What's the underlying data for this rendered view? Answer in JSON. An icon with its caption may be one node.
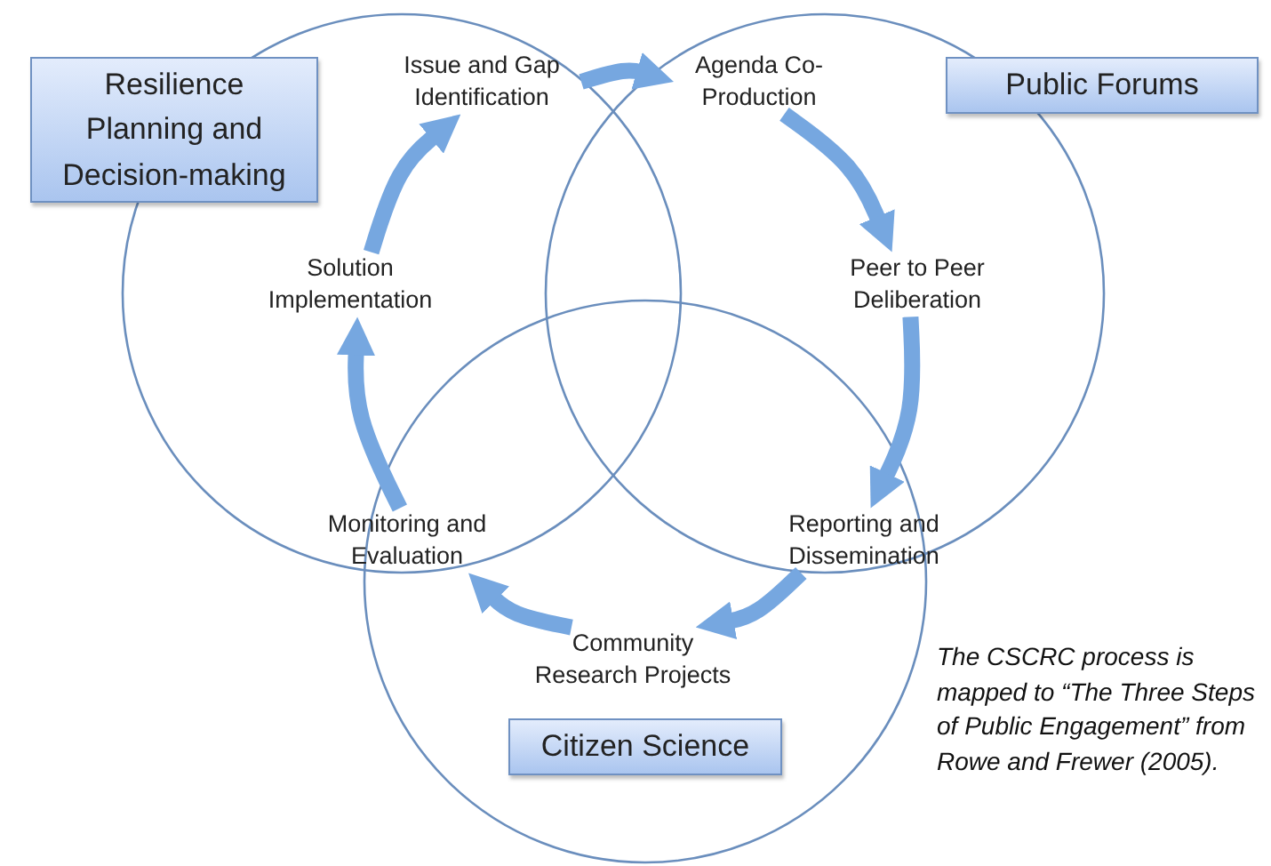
{
  "diagram": {
    "caption": "The CSCRC process is mapped to “The Three Steps of Public Engagement” from Rowe and Frewer (2005).",
    "nodes": [
      {
        "text": [
          "Issue and Gap Identification"
        ]
      },
      {
        "text": [
          "Agenda Co-Production"
        ]
      },
      {
        "text": [
          "Peer to Peer Deliberation"
        ]
      },
      {
        "text": [
          "Reporting and Dissemination"
        ]
      },
      {
        "text": [
          "Community Research Projects"
        ]
      },
      {
        "text": [
          "Monitoring and Evaluation"
        ]
      },
      {
        "text": [
          "Solution Implementation"
        ]
      },
      {
        "text": [
          "Resilience Planning and Decision-making"
        ]
      },
      {
        "text": [
          "Public Forums"
        ]
      },
      {
        "text": [
          "Citizen Science"
        ]
      }
    ],
    "edges": [
      {
        "from": 0,
        "to": 1,
        "arrow": "to"
      },
      {
        "from": 1,
        "to": 2,
        "arrow": "to"
      },
      {
        "from": 2,
        "to": 3,
        "arrow": "to"
      },
      {
        "from": 3,
        "to": 4,
        "arrow": "to"
      },
      {
        "from": 4,
        "to": 5,
        "arrow": "to"
      },
      {
        "from": 5,
        "to": 6,
        "arrow": "to"
      },
      {
        "from": 6,
        "to": 0,
        "arrow": "to"
      }
    ]
  }
}
